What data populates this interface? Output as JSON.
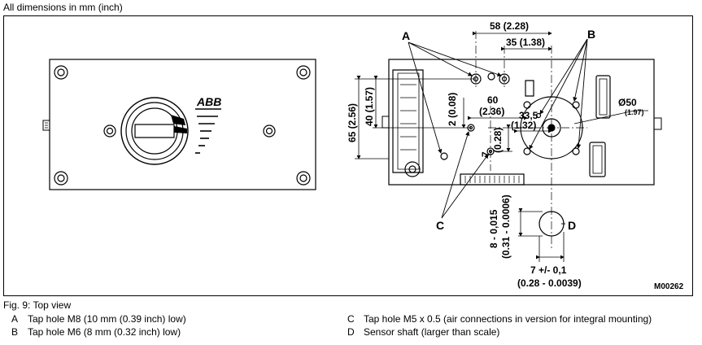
{
  "header": {
    "note": "All dimensions in mm (inch)"
  },
  "drawing": {
    "logo": "ABB",
    "callouts": {
      "a": "A",
      "b": "B",
      "c": "C",
      "d": "D"
    },
    "dims": {
      "d58": "58 (2.28)",
      "d35": "35 (1.38)",
      "d60": "60",
      "d60i": "(2.36)",
      "d33": "33,5",
      "d33i": "(1.32)",
      "d50": "Ø50",
      "d50i": "(1.97)",
      "d2": "2 (0.08)",
      "d65": "65 (2.56)",
      "d40": "40 (1.57)",
      "d7v": "7",
      "d7vi": "(0.28)",
      "d8": "8 - 0,015",
      "d8i": "(0.31 - 0.0006)",
      "d7h": "7 +/- 0,1",
      "d7hi": "(0.28 - 0.0039)"
    },
    "drawing_id": "M00262"
  },
  "caption": "Fig. 9: Top view",
  "legend": [
    {
      "key": "A",
      "text": "Tap hole M8 (10 mm (0.39 inch) low)"
    },
    {
      "key": "B",
      "text": "Tap hole M6 (8 mm (0.32 inch) low)"
    },
    {
      "key": "C",
      "text": "Tap hole M5 x 0.5 (air connections in version for integral mounting)"
    },
    {
      "key": "D",
      "text": "Sensor shaft (larger than scale)"
    }
  ]
}
